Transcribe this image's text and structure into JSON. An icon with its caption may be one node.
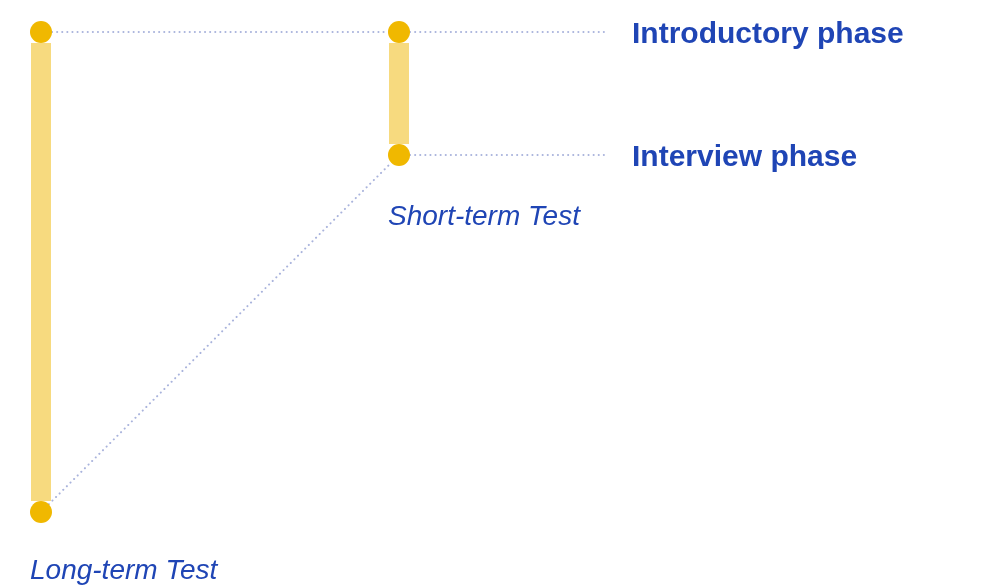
{
  "diagram": {
    "nodes": [
      {
        "text": [
          "Introductory phase"
        ]
      },
      {
        "text": [
          "Interview phase"
        ]
      },
      {
        "text": [],
        "shape": "circle"
      },
      {
        "text": [],
        "shape": "circle",
        "beside": [
          "Long-term Test"
        ]
      },
      {
        "text": [],
        "shape": "circle"
      },
      {
        "text": [],
        "shape": "circle",
        "beside": [
          "Short-term Test"
        ]
      }
    ],
    "edges": [
      {
        "from": 2,
        "to": 3,
        "arrow": "none",
        "style": "thick",
        "color": "#f7da7f"
      },
      {
        "from": 4,
        "to": 5,
        "arrow": "none",
        "style": "thick",
        "color": "#f7da7f"
      },
      {
        "from": 2,
        "to": 4,
        "arrow": "none",
        "style": "dashed"
      },
      {
        "from": 4,
        "to": 0,
        "arrow": "none",
        "style": "dashed"
      },
      {
        "from": 5,
        "to": 1,
        "arrow": "none",
        "style": "dashed"
      },
      {
        "from": 3,
        "to": 5,
        "arrow": "none",
        "style": "dashed"
      }
    ]
  }
}
